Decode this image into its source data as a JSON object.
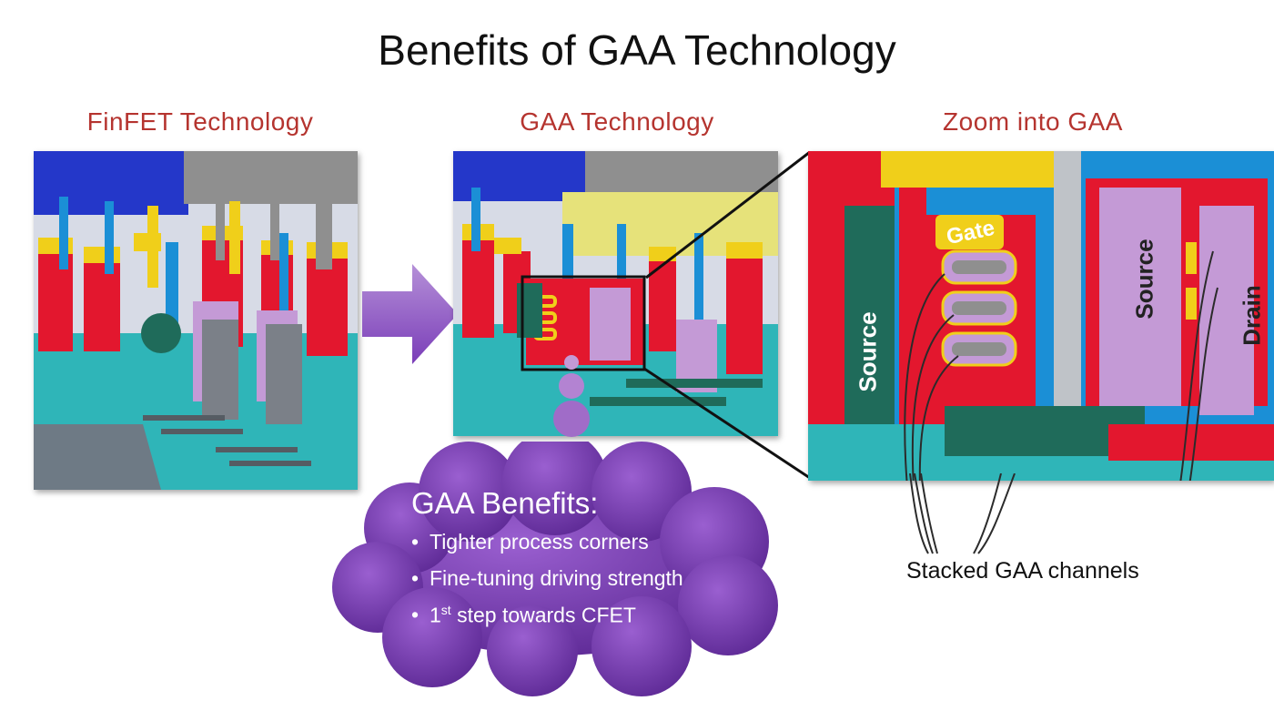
{
  "title": "Benefits of GAA Technology",
  "panels": {
    "finfet": {
      "title": "FinFET Technology"
    },
    "gaa": {
      "title": "GAA Technology"
    },
    "zoom": {
      "title": "Zoom into GAA",
      "labels": {
        "gate": "Gate",
        "source_left": "Source",
        "source_right": "Source",
        "drain": "Drain"
      }
    }
  },
  "benefits": {
    "heading": "GAA Benefits:",
    "items": [
      "Tighter process corners",
      "Fine-tuning driving strength"
    ],
    "last_item_prefix": "1",
    "last_item_sup": "st",
    "last_item_suffix": " step towards CFET"
  },
  "stacked_label": "Stacked GAA channels",
  "colors": {
    "title_red": "#b5342f",
    "cloud_purple": "#7b3fb0",
    "arrow_purple": "#8a4cc8",
    "teal": "#2fb5b8",
    "red": "#e3172e",
    "yellow": "#f0cf1a",
    "blue": "#1b8fd6",
    "navy": "#2437c9",
    "lavender": "#c49ad6",
    "gray": "#8f8f8f"
  }
}
